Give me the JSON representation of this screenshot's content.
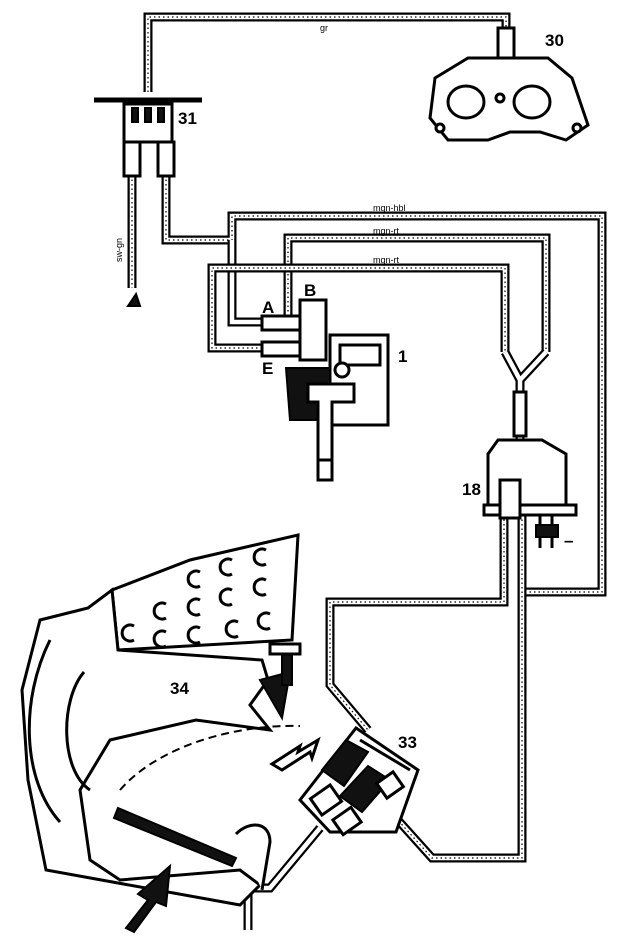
{
  "diagram": {
    "labels": {
      "p30": "30",
      "p31": "31",
      "p1": "1",
      "pA": "A",
      "pB": "B",
      "pE": "E",
      "p18": "18",
      "p33": "33",
      "p34": "34"
    },
    "hose_labels": {
      "gr": "gr",
      "mgn_hbl": "mgn-hbl",
      "mgn_rt_1": "mgn-rt",
      "mgn_rt_2": "mgn-rt",
      "sw_gn": "sw-gn",
      "minus": "–"
    },
    "colors": {
      "line": "#000000",
      "background": "#ffffff"
    }
  }
}
